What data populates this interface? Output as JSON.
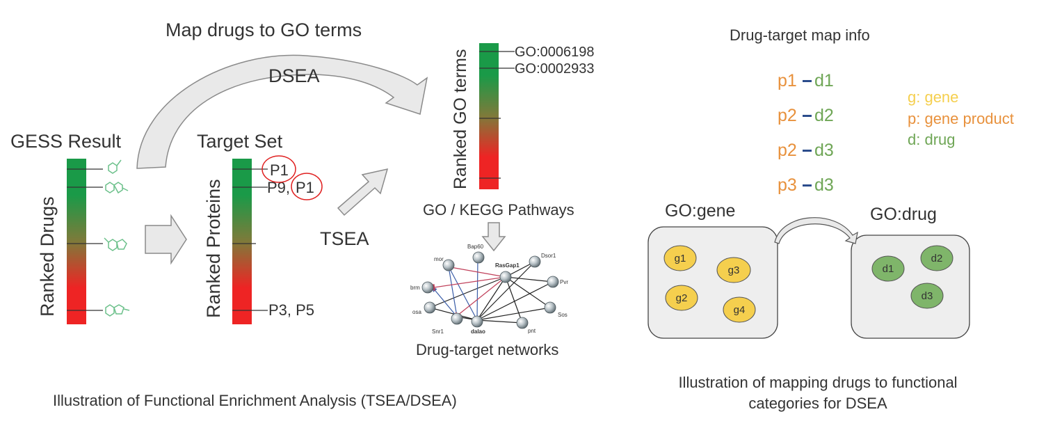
{
  "left": {
    "map_title": "Map drugs to GO terms",
    "dsea_label": "DSEA",
    "tsea_label": "TSEA",
    "gess_title": "GESS Result",
    "ranked_drugs": "Ranked Drugs",
    "target_set_title": "Target Set",
    "ranked_proteins": "Ranked Proteins",
    "protein_labels": [
      "P1",
      "P9,",
      "P1",
      "P3, P5"
    ],
    "ranked_go": "Ranked GO terms",
    "go_terms": [
      "GO:0006198",
      "GO:0002933"
    ],
    "pathways": "GO / KEGG Pathways",
    "network_caption": "Drug-target networks",
    "network_nodes": [
      "Bap60",
      "mor",
      "RasGap1",
      "Dsor1",
      "Pvr",
      "brm",
      "osa",
      "Sos",
      "Snr1",
      "dalao",
      "pnt"
    ],
    "caption": "Illustration of Functional Enrichment Analysis (TSEA/DSEA)"
  },
  "right": {
    "title": "Drug-target map info",
    "pairs": [
      {
        "p": "p1",
        "d": "d1"
      },
      {
        "p": "p2",
        "d": "d2"
      },
      {
        "p": "p2",
        "d": "d3"
      },
      {
        "p": "p3",
        "d": "d3"
      }
    ],
    "legend": [
      "g: gene",
      "p: gene product",
      "d: drug"
    ],
    "go_gene": "GO:gene",
    "go_drug": "GO:drug",
    "genes": [
      "g1",
      "g2",
      "g3",
      "g4"
    ],
    "drugs": [
      "d1",
      "d2",
      "d3"
    ],
    "caption_line1": "Illustration of mapping drugs to functional",
    "caption_line2": "categories for DSEA"
  },
  "colors": {
    "gene": "#f5cf4e",
    "product": "#e8913c",
    "drug": "#6fa656",
    "dash": "#2b4c8c",
    "bar_top": "#1a9a48",
    "bar_bottom": "#ee2424"
  }
}
